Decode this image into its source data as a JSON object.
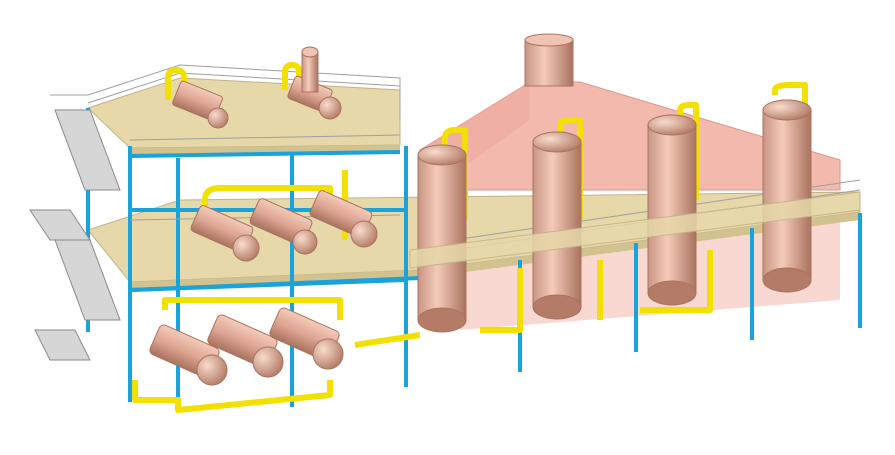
{
  "diagram": {
    "kind": "isometric-process-plant-3d-model",
    "colors": {
      "background": "#ffffff",
      "vessel_fill": "#e8b4a0",
      "vessel_shade": "#b9806c",
      "deck_fill": "#e6d8a8",
      "deck_edge": "#c8b888",
      "column_blue": "#1aa3d9",
      "pipe_yellow": "#f2e000",
      "pipe_yellow_dark": "#c2b000",
      "roof_pink": "#f2b3a6",
      "railing_grey": "#9a9a9a"
    },
    "structures": [
      {
        "name": "upper-deck-exchanger",
        "count": 2
      },
      {
        "name": "middle-deck-exchanger",
        "count": 3
      },
      {
        "name": "lower-deck-exchanger",
        "count": 3
      },
      {
        "name": "vertical-drum",
        "count": 4
      },
      {
        "name": "top-stack",
        "count": 1
      },
      {
        "name": "stair-flight",
        "count": 3
      }
    ]
  }
}
